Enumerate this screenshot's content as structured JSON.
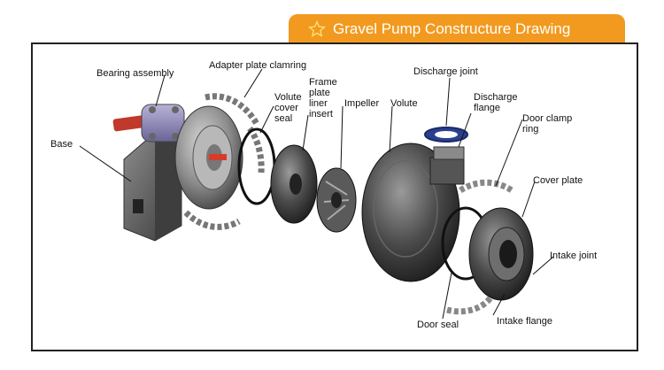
{
  "header": {
    "title": "Gravel Pump Constructure Drawing",
    "icon": "star-icon",
    "color": "#f29a1f"
  },
  "labels": {
    "bearing_assembly": "Bearing assembly",
    "adapter_plate_clamring": "Adapter plate clamring",
    "base": "Base",
    "volute_cover_seal": "Volute cover seal",
    "frame_plate_liner_insert": "Frame plate liner insert",
    "impeller": "Impeller",
    "volute": "Volute",
    "discharge_joint": "Discharge joint",
    "discharge_flange": "Discharge flange",
    "door_clamp_ring": "Door clamp ring",
    "cover_plate": "Cover plate",
    "intake_joint": "Intake joint",
    "intake_flange": "Intake flange",
    "door_seal": "Door seal"
  }
}
